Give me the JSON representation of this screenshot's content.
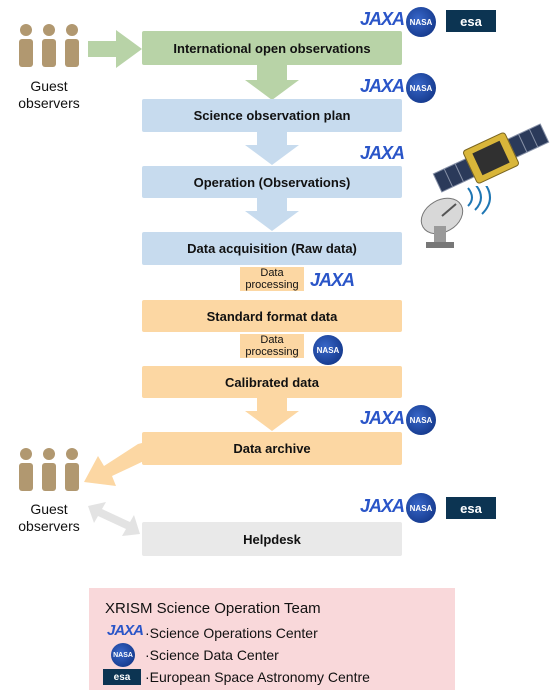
{
  "steps": {
    "s1": "International open observations",
    "s2": "Science observation plan",
    "s3": "Operation (Observations)",
    "s4": "Data acquisition (Raw data)",
    "s5": "Standard format data",
    "s6": "Calibrated data",
    "s7": "Data archive",
    "s8": "Helpdesk"
  },
  "processing_label": {
    "line1": "Data",
    "line2": "processing"
  },
  "guests": {
    "line1": "Guest",
    "line2": "observers"
  },
  "logos": {
    "jaxa": "JAXA",
    "nasa": "NASA",
    "esa": "esa"
  },
  "legend": {
    "title": "XRISM Science Operation Team",
    "items": [
      {
        "logo": "JAXA",
        "text": "·Science Operations Center"
      },
      {
        "logo": "NASA",
        "text": "·Science Data Center"
      },
      {
        "logo": "esa",
        "text": "·European Space Astronomy Centre"
      }
    ]
  },
  "colors": {
    "green": "#b8d3a7",
    "blue": "#c7dbee",
    "orange": "#fcd7a3",
    "gray": "#e9e9e9",
    "legend_bg": "#f9d8da"
  }
}
